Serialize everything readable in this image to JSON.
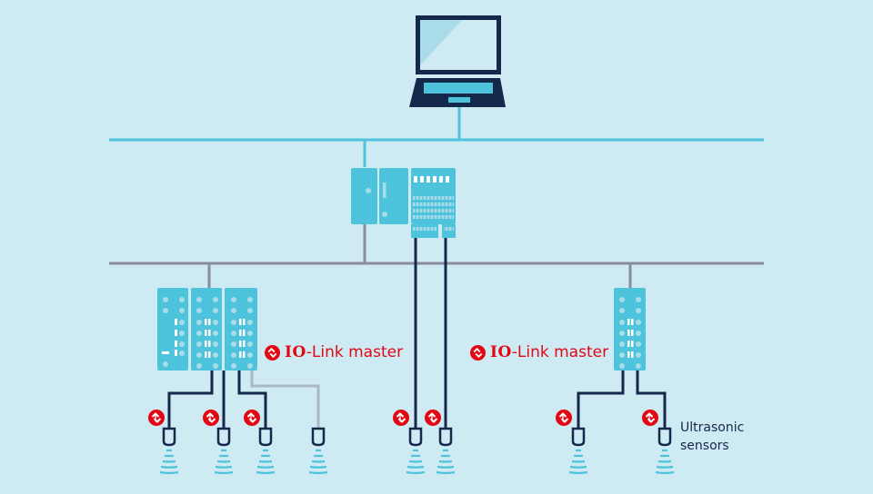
{
  "diagram": {
    "title": "IO-Link network topology",
    "colors": {
      "background": "#ceeaf3",
      "ethernet_line": "#4ec4dc",
      "fieldbus_line": "#8a8ba0",
      "device_fill": "#4ec4dc",
      "device_detail": "#a9dbe8",
      "cable": "#13284a",
      "unused_cable": "#a9b8c6",
      "io_link_red": "#e30613",
      "sensor_wave": "#4ec4dc"
    },
    "nodes": [
      {
        "id": "laptop",
        "type": "computer",
        "label": ""
      },
      {
        "id": "plc",
        "type": "controller",
        "label": ""
      },
      {
        "id": "master-left",
        "type": "io-link-master",
        "modules": 3
      },
      {
        "id": "master-right",
        "type": "io-link-master",
        "modules": 1
      }
    ],
    "labels": {
      "io_link_prefix": "IO",
      "io_link_suffix": "-Link master",
      "sensors_line1": "Ultrasonic",
      "sensors_line2": "sensors"
    },
    "sensors": [
      {
        "group": "master-left",
        "io_link": true
      },
      {
        "group": "master-left",
        "io_link": true
      },
      {
        "group": "master-left",
        "io_link": true
      },
      {
        "group": "master-left",
        "io_link": false
      },
      {
        "group": "plc",
        "io_link": true
      },
      {
        "group": "plc",
        "io_link": true
      },
      {
        "group": "master-right",
        "io_link": true
      },
      {
        "group": "master-right",
        "io_link": true
      }
    ]
  }
}
